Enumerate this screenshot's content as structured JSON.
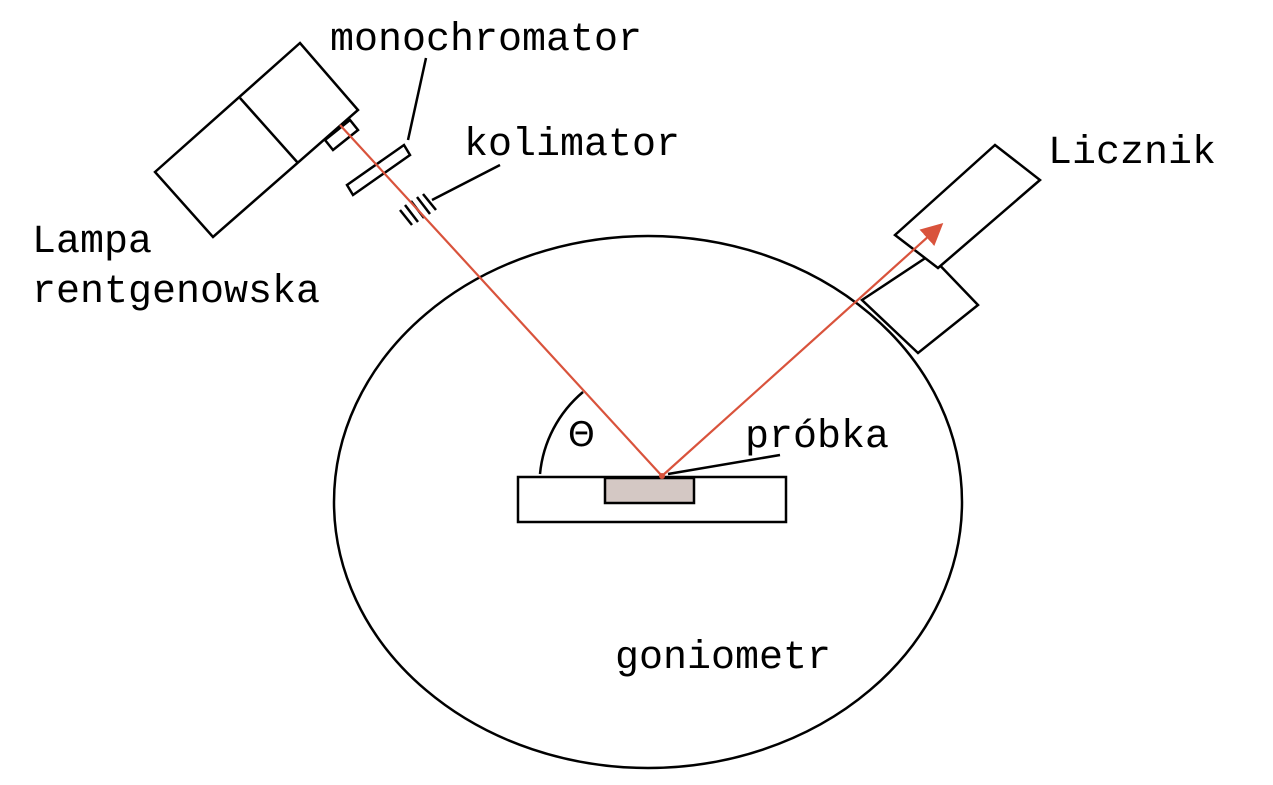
{
  "labels": {
    "monochromator": "monochromator",
    "kolimator": "kolimator",
    "licznik": "Licznik",
    "lampa_line1": "Lampa",
    "lampa_line2": "rentgenowska",
    "probka": "próbka",
    "goniometr": "goniometr",
    "theta": "Θ"
  },
  "colors": {
    "beam": "#d9533c",
    "outline": "#000000",
    "sample_fill": "#d4c8c4",
    "background": "#ffffff"
  }
}
